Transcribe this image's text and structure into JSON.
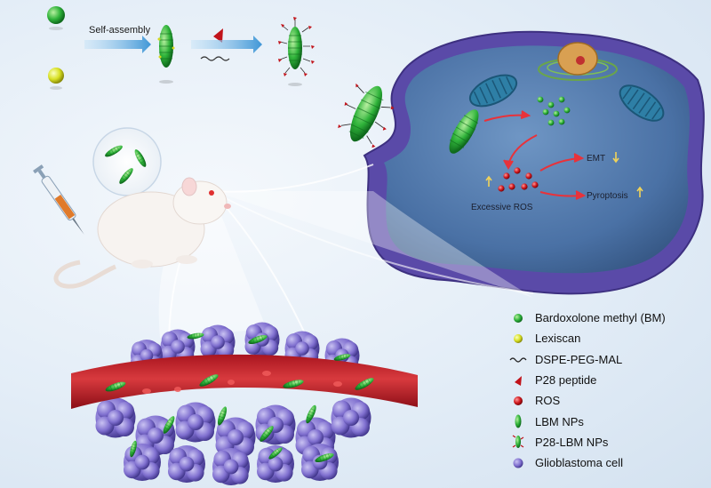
{
  "labels": {
    "self_assembly": "Self-assembly"
  },
  "cell": {
    "emt_label": "EMT",
    "pyroptosis_label": "Pyroptosis",
    "ros_label": "Excessive ROS"
  },
  "legend": [
    "Bardoxolone methyl (BM)",
    "Lexiscan",
    "DSPE-PEG-MAL",
    "P28 peptide",
    "ROS",
    "LBM NPs",
    "P28-LBM NPs",
    "Glioblastoma cell"
  ],
  "colors": {
    "bm": "#2fb33a",
    "lexiscan": "#d8e023",
    "p28": "#c1131a",
    "ros": "#d0181e",
    "glioblastoma": "#7f6fcf",
    "vessel": "#c22a32",
    "cytoplasm": "#4a71a5"
  },
  "icons": [
    "green-sphere",
    "yellow-sphere",
    "wavy-line",
    "red-cone",
    "red-sphere",
    "green-spindle",
    "spiked-green-spindle",
    "purple-cell"
  ]
}
